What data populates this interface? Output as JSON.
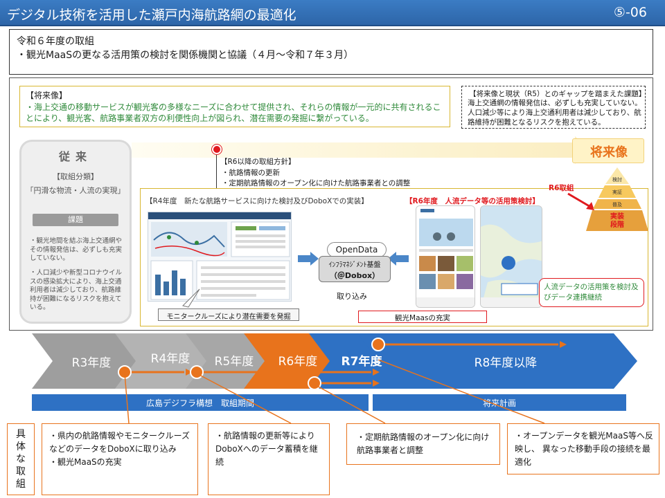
{
  "header": {
    "title": "デジタル技術を活用した瀬戸内海航路網の最適化",
    "page_number": "⑤-06"
  },
  "initiatives": {
    "line1": "令和６年度の取組",
    "line2": "・観光MaaSの更なる活用策の検討を関係機関と協議（４月～令和７年３月）"
  },
  "vision": {
    "title": "【将来像】",
    "text": "・海上交通の移動サービスが観光客の多様なニーズに合わせて提供され、それらの情報が一元的に共有されることにより、観光客、航路事業者双方の利便性向上が図られ、潜在需要の発掘に繋がっている。"
  },
  "gap": {
    "title": "【将来像と現状（R5）とのギャップを踏まえた課題】",
    "text": "海上交通網の情報発信は、必ずしも充実していない。人口減少等により海上交通利用者は減少しており、航路維持が困難となるリスクを抱えている。"
  },
  "future_badge": "将来像",
  "conventional": {
    "title": "従来",
    "category_title": "【取組分類】",
    "category_value": "「円滑な物流・人流の実現」",
    "issue_label": "課題",
    "issues": [
      "・観光地間を結ぶ海上交通網やその情報発信は、必ずしも充実していない。",
      "・人口減少や新型コロナウイルスの感染拡大により、海上交通利用者は減少しており、航路維持が困難になるリスクを抱えている。"
    ]
  },
  "policy": {
    "title": "【R6以降の取組方針】",
    "items": [
      "・航路情報の更新",
      "・定期航路情報のオープン化に向けた航路事業者との調整"
    ]
  },
  "r4": {
    "title": "【R4年度　新たな航路サービスに向けた検討及びDoboXでの実装】",
    "monitor_label": "モニタークルーズにより潜在需要を発掘"
  },
  "r6": {
    "title": "【R6年度　人流データ等の活用策検討】",
    "maas_label": "観光Maasの充実",
    "flow_text": "人流データの活用策を検討及びデータ連携継続",
    "torikumi": "R6取組"
  },
  "platform": {
    "open_data": "OpenData",
    "infra": "ｲﾝﾌﾗﾏﾈｼﾞﾒﾝﾄ基盤",
    "dobox": "（＠Dobox）",
    "ingest": "取り込み"
  },
  "pyramid": {
    "levels": [
      "検討",
      "実証",
      "普及",
      "実装段階"
    ]
  },
  "timeline": {
    "years": [
      "R3年度",
      "R4年度",
      "R5年度",
      "R6年度",
      "R7年度",
      "R8年度以降"
    ],
    "bar_left": "広島デジフラ構想　取組期間",
    "bar_right": "将来計画"
  },
  "concrete_label": "具体な取組",
  "callouts": [
    "・県内の航路情報やモニタークルーズ などのデータをDoboXに取り込み\n・観光MaaSの充実",
    "・航路情報の更新等によりDoboXへのデータ蓄積を継続",
    "・定期航路情報のオープン化に向け航路事業者と調整",
    "・オープンデータを観光MaaS等へ反映し、 異なった移動手段の接続を最適化"
  ],
  "colors": {
    "header_blue": "#2d65a8",
    "accent_orange": "#e8731c",
    "timeline_blue": "#2e71c4",
    "gray_arrow": "#9e9e9e",
    "red": "#e0191e",
    "green_text": "#2f8a3a"
  }
}
